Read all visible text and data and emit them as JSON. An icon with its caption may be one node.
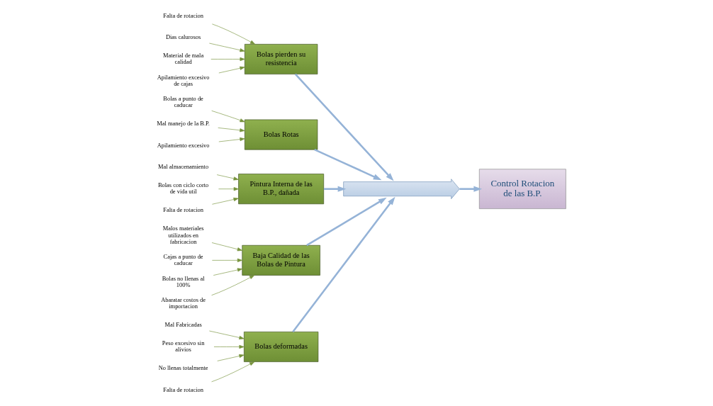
{
  "diagram": {
    "nodes": [
      {
        "text": [
          "Bolas deformadas"
        ]
      },
      {
        "text": [
          "Bolas pierden su resistencia"
        ]
      },
      {
        "text": [
          "Bolas Rotas"
        ]
      },
      {
        "text": [
          "Control Rotacion de las B.P."
        ]
      },
      {
        "text": [
          "Pintura Interna de las B.P., dañada"
        ]
      },
      {
        "text": [
          "Baja Calidad de las Bolas de Pintura"
        ]
      },
      {
        "text": [],
        "shape": "arrow"
      },
      {
        "text": [
          "Mal Fabricadas"
        ]
      },
      {
        "text": [
          "Peso excesivo sin alivios"
        ]
      },
      {
        "text": [
          "No llenas totalmente"
        ]
      },
      {
        "text": [
          "Falta de rotacion"
        ]
      },
      {
        "text": [
          "Falta de rotacion"
        ]
      },
      {
        "text": [
          "Dias calurosos"
        ]
      },
      {
        "text": [
          "Material de mala calidad"
        ]
      },
      {
        "text": [
          "Apilamiento excesivo de cajas"
        ]
      },
      {
        "text": [
          "Bolas a punto de caducar"
        ]
      },
      {
        "text": [
          "Mal manejo de la B.P."
        ]
      },
      {
        "text": [
          "Apilamiento excesivo"
        ]
      },
      {
        "text": [
          "Mal almacenamiento"
        ]
      },
      {
        "text": [
          "Bolas con ciclo corto de vida util"
        ]
      },
      {
        "text": [
          "Falta de rotacion"
        ]
      },
      {
        "text": [
          "Malos materiales utilizados en fabricacion"
        ]
      },
      {
        "text": [
          "Cajas a punto de caducar"
        ]
      },
      {
        "text": [
          "Bolas no llenas al 100%"
        ]
      },
      {
        "text": [
          "Abaratar costos de importacion"
        ]
      }
    ],
    "edges": [
      {
        "from": 0,
        "to": 6,
        "arrow": "to",
        "style": "thick",
        "color": "#95b3d7"
      },
      {
        "from": 1,
        "to": 6,
        "arrow": "to",
        "style": "thick",
        "color": "#95b3d7"
      },
      {
        "from": 2,
        "to": 6,
        "arrow": "to",
        "style": "thick",
        "color": "#95b3d7"
      },
      {
        "from": 4,
        "to": 6,
        "arrow": "to",
        "style": "thick",
        "color": "#95b3d7"
      },
      {
        "from": 5,
        "to": 6,
        "arrow": "to",
        "style": "thick",
        "color": "#95b3d7"
      },
      {
        "from": 6,
        "to": 3,
        "arrow": "to",
        "style": "thick",
        "color": "#95b3d7"
      },
      {
        "from": 7,
        "to": 0,
        "arrow": "to"
      },
      {
        "from": 8,
        "to": 0,
        "arrow": "to"
      },
      {
        "from": 9,
        "to": 0,
        "arrow": "to"
      },
      {
        "from": 10,
        "to": 0,
        "arrow": "to"
      },
      {
        "from": 11,
        "to": 1,
        "arrow": "to"
      },
      {
        "from": 12,
        "to": 1,
        "arrow": "to"
      },
      {
        "from": 13,
        "to": 1,
        "arrow": "to"
      },
      {
        "from": 14,
        "to": 1,
        "arrow": "to"
      },
      {
        "from": 15,
        "to": 2,
        "arrow": "to"
      },
      {
        "from": 16,
        "to": 2,
        "arrow": "to"
      },
      {
        "from": 17,
        "to": 2,
        "arrow": "to"
      },
      {
        "from": 18,
        "to": 4,
        "arrow": "to"
      },
      {
        "from": 19,
        "to": 4,
        "arrow": "to"
      },
      {
        "from": 20,
        "to": 4,
        "arrow": "to"
      },
      {
        "from": 21,
        "to": 5,
        "arrow": "to"
      },
      {
        "from": 22,
        "to": 5,
        "arrow": "to"
      },
      {
        "from": 23,
        "to": 5,
        "arrow": "to"
      },
      {
        "from": 24,
        "to": 5,
        "arrow": "to"
      }
    ]
  }
}
